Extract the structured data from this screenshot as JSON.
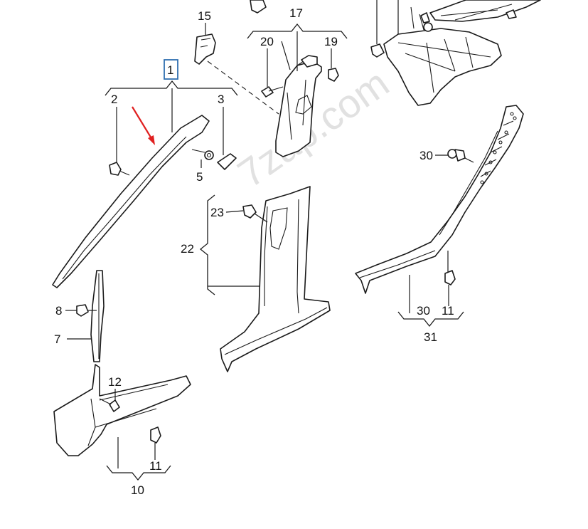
{
  "watermark_text": "7zap.com",
  "colors": {
    "highlight_box": "#2f6fb0",
    "arrow": "#e02020",
    "line": "#1a1a1a"
  },
  "callouts": {
    "c1": "1",
    "c2": "2",
    "c3": "3",
    "c5": "5",
    "c7": "7",
    "c8": "8",
    "c10": "10",
    "c11a": "11",
    "c11b": "11",
    "c12": "12",
    "c15": "15",
    "c17": "17",
    "c19": "19",
    "c20": "20",
    "c22": "22",
    "c23": "23",
    "c30a": "30",
    "c30b": "30",
    "c31": "31"
  }
}
